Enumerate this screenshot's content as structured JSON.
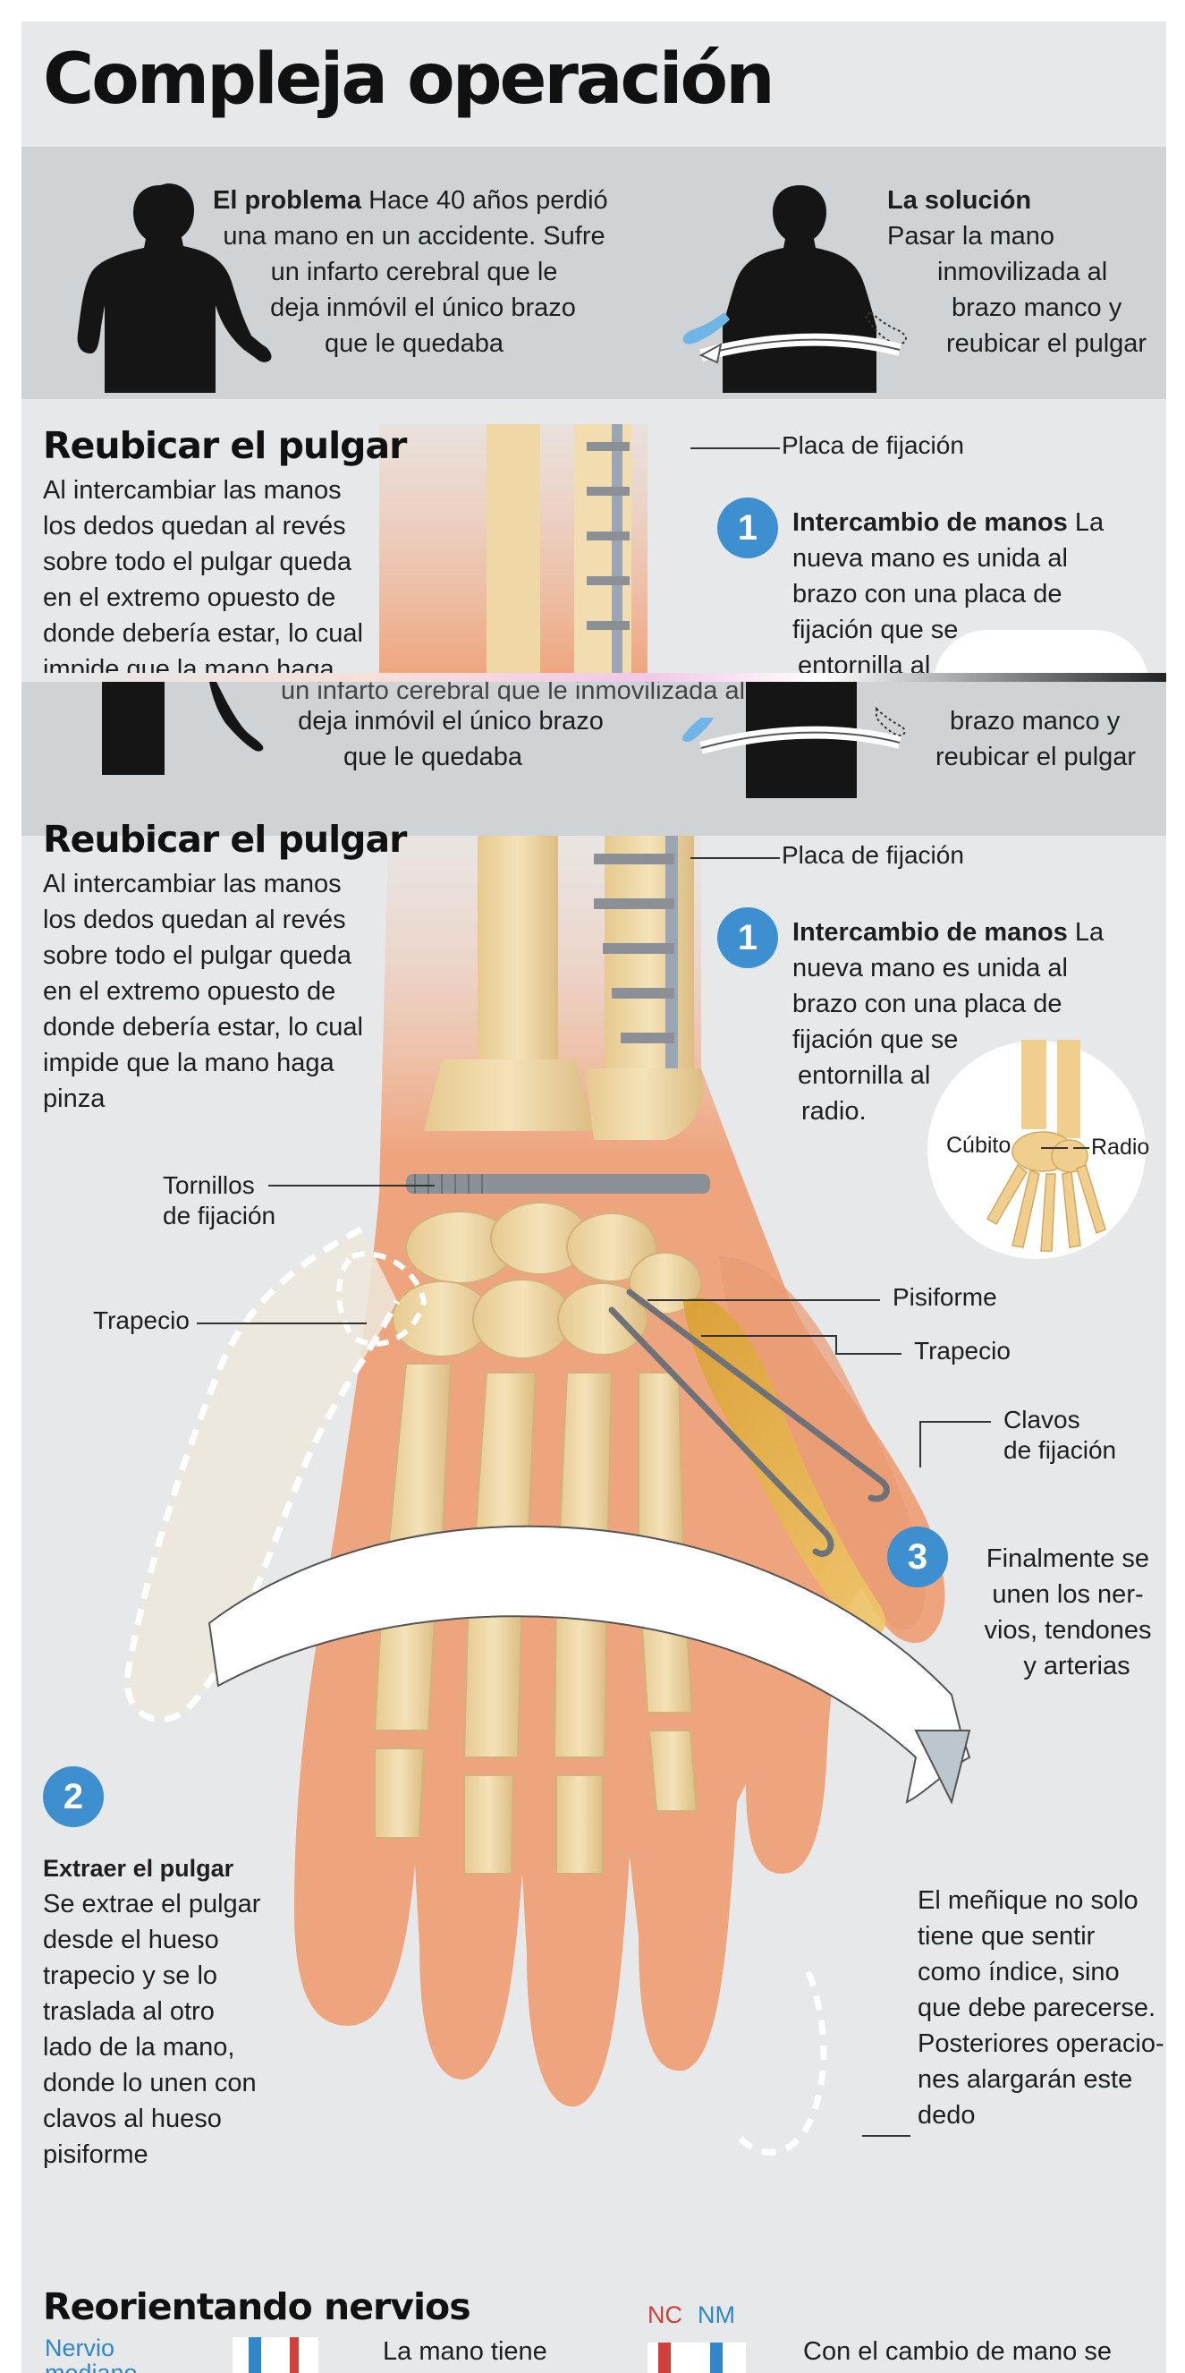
{
  "title": "Compleja operación",
  "problem": {
    "heading": "El problema",
    "text_lines": [
      "Hace 40 años perdió",
      "una mano en un accidente. Sufre",
      "un infarto cerebral que le",
      "deja inmóvil el único brazo",
      "que le quedaba"
    ]
  },
  "solution": {
    "heading": "La solución",
    "text_lines": [
      "Pasar la mano",
      "inmovilizada al",
      "brazo manco y",
      "reubicar el pulgar"
    ]
  },
  "fragment": {
    "partial_line": "un infarto cerebral que le inmovilizada al"
  },
  "reubicar": {
    "heading": "Reubicar el pulgar",
    "lines": [
      "Al intercambiar las manos",
      "los dedos quedan al revés",
      "sobre todo el pulgar queda",
      "en el extremo opuesto de",
      "donde debería estar, lo cual",
      "impide que la mano haga",
      "pinza"
    ]
  },
  "step1": {
    "number": "1",
    "heading": "Intercambio de manos",
    "first_word": "La",
    "lines": [
      "nueva mano es unida al",
      "brazo con una placa de",
      "fijación que se",
      "entornilla al",
      "radio."
    ]
  },
  "inset": {
    "left_label": "Cúbito",
    "right_label": "Radio"
  },
  "labels": {
    "placa": "Placa de fijación",
    "tornillos_1": "Tornillos",
    "tornillos_2": "de fijación",
    "trapecio_left": "Trapecio",
    "pisiforme": "Pisiforme",
    "trapecio_right": "Trapecio",
    "clavos_1": "Clavos",
    "clavos_2": "de fijación"
  },
  "step2": {
    "number": "2",
    "heading": "Extraer el pulgar",
    "lines": [
      "Se extrae el pulgar",
      "desde el hueso",
      "trapecio y se lo",
      "traslada al otro",
      "lado de la mano,",
      "donde lo unen con",
      "clavos al hueso",
      "pisiforme"
    ]
  },
  "step3": {
    "number": "3",
    "lines": [
      "Finalmente se",
      "unen los ner-",
      "vios, tendones",
      "y arterias"
    ]
  },
  "menique": {
    "lines": [
      "El meñique no solo",
      "tiene que sentir",
      "como índice, sino",
      "que debe parecerse.",
      "Posteriores operacio-",
      "nes alargarán este",
      "dedo"
    ]
  },
  "nervios": {
    "heading": "Reorientando nervios",
    "nervio_label": [
      "Nervio",
      "mediano"
    ],
    "nc": "NC",
    "nm": "NM",
    "left_text": [
      "La mano tiene"
    ],
    "right_text": [
      "Con el cambio de mano se"
    ]
  },
  "colors": {
    "accent_blue": "#3d8fd0",
    "nc_red": "#d0403a",
    "nm_blue": "#2f86c8",
    "skin": "#eea57e",
    "bone": "#efd8a6"
  }
}
